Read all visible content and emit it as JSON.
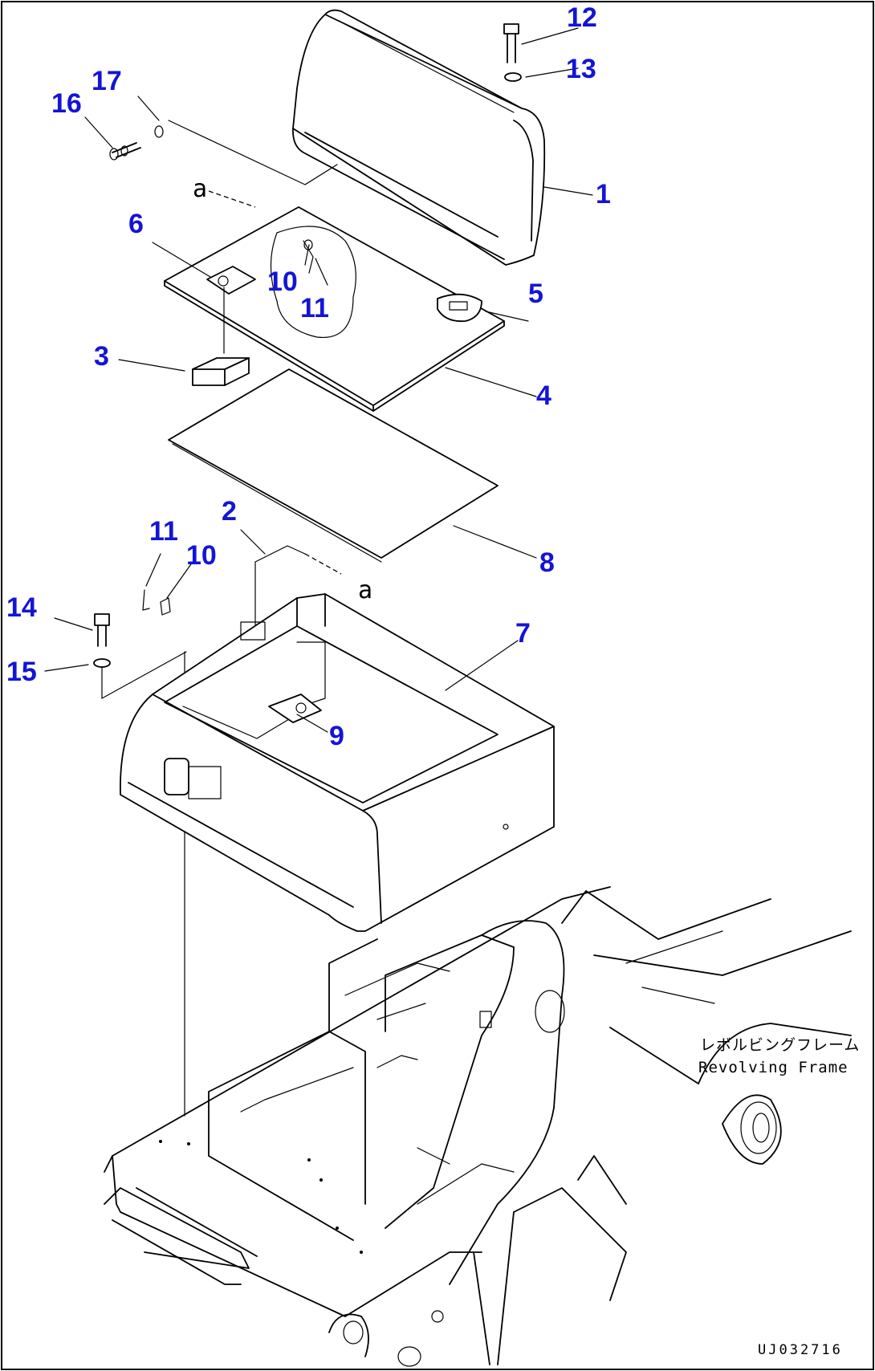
{
  "callouts": [
    {
      "id": "1",
      "label": "1"
    },
    {
      "id": "2",
      "label": "2"
    },
    {
      "id": "3",
      "label": "3"
    },
    {
      "id": "4",
      "label": "4"
    },
    {
      "id": "5",
      "label": "5"
    },
    {
      "id": "6",
      "label": "6"
    },
    {
      "id": "7",
      "label": "7"
    },
    {
      "id": "8",
      "label": "8"
    },
    {
      "id": "9",
      "label": "9"
    },
    {
      "id": "10a",
      "label": "10"
    },
    {
      "id": "10b",
      "label": "10"
    },
    {
      "id": "11a",
      "label": "11"
    },
    {
      "id": "11b",
      "label": "11"
    },
    {
      "id": "12",
      "label": "12"
    },
    {
      "id": "13",
      "label": "13"
    },
    {
      "id": "14",
      "label": "14"
    },
    {
      "id": "15",
      "label": "15"
    },
    {
      "id": "16",
      "label": "16"
    },
    {
      "id": "17",
      "label": "17"
    }
  ],
  "reference_marks": {
    "a_top": "a",
    "a_mid": "a"
  },
  "frame_label": {
    "japanese": "レボルビングフレーム",
    "english": "Revolving Frame"
  },
  "drawing_id": "UJ032716",
  "colors": {
    "callout": "#1414d6",
    "line": "#000000",
    "background": "#ffffff"
  }
}
